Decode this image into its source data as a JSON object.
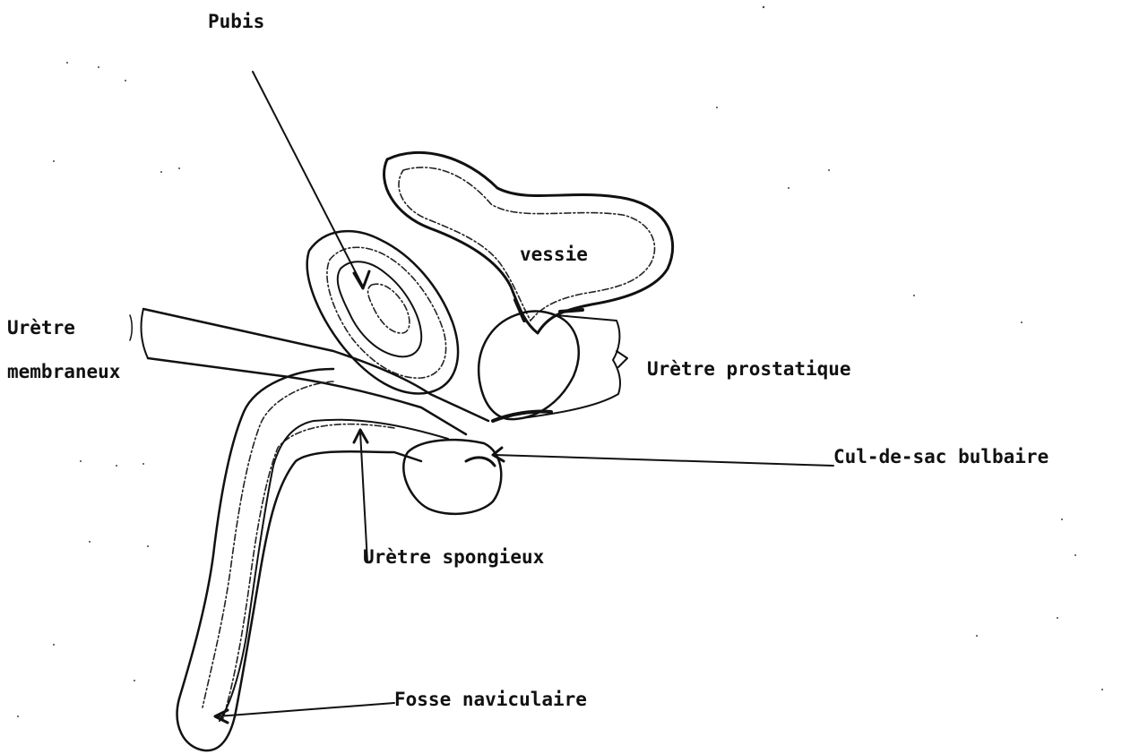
{
  "labels": {
    "pubis": "Pubis",
    "vessie": "vessie",
    "uretre": "Urètre",
    "membraneux": "membraneux",
    "uretre_prostatique": "Urètre prostatique",
    "cul_de_sac_bulbaire": "Cul-de-sac bulbaire",
    "uretre_spongieux": "Urètre spongieux",
    "fosse_naviculaire": "Fosse naviculaire"
  },
  "colors": {
    "ink": "#111111",
    "background": "#ffffff"
  }
}
